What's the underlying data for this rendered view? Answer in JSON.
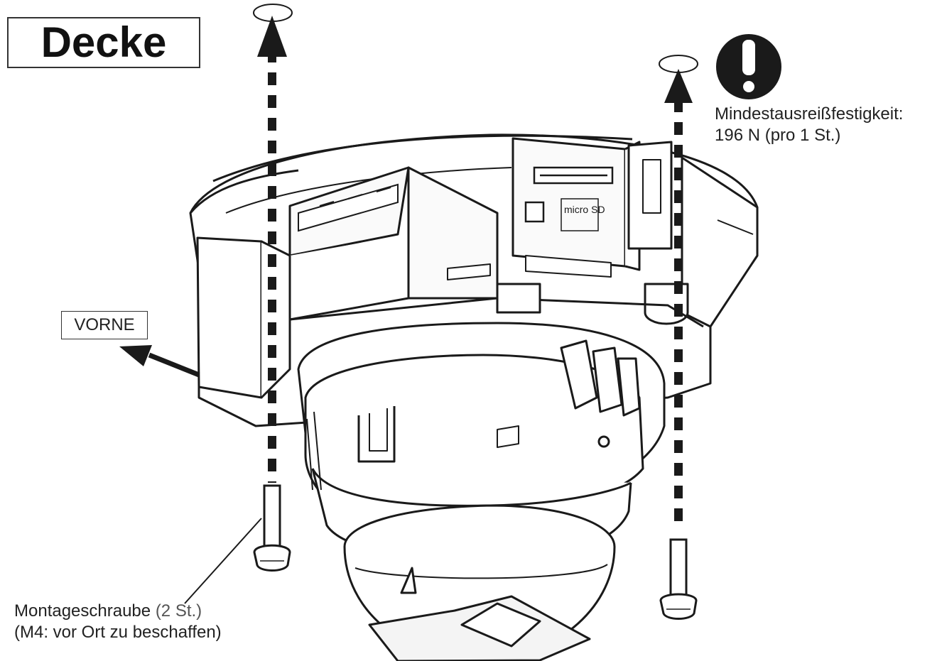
{
  "title": "Decke",
  "front_label": "VORNE",
  "warning": {
    "icon": "exclamation-icon",
    "line1": "Mindestausreißfestigkeit:",
    "line2": "196 N (pro 1 St.)"
  },
  "screw": {
    "name": "Montageschraube",
    "qty": "(2 St.)",
    "spec": "(M4: vor Ort zu beschaffen)"
  },
  "camera": {
    "slot_label": "micro SD"
  },
  "colors": {
    "line": "#1a1a1a",
    "fill": "#ffffff",
    "shade": "#f2f2f2"
  }
}
